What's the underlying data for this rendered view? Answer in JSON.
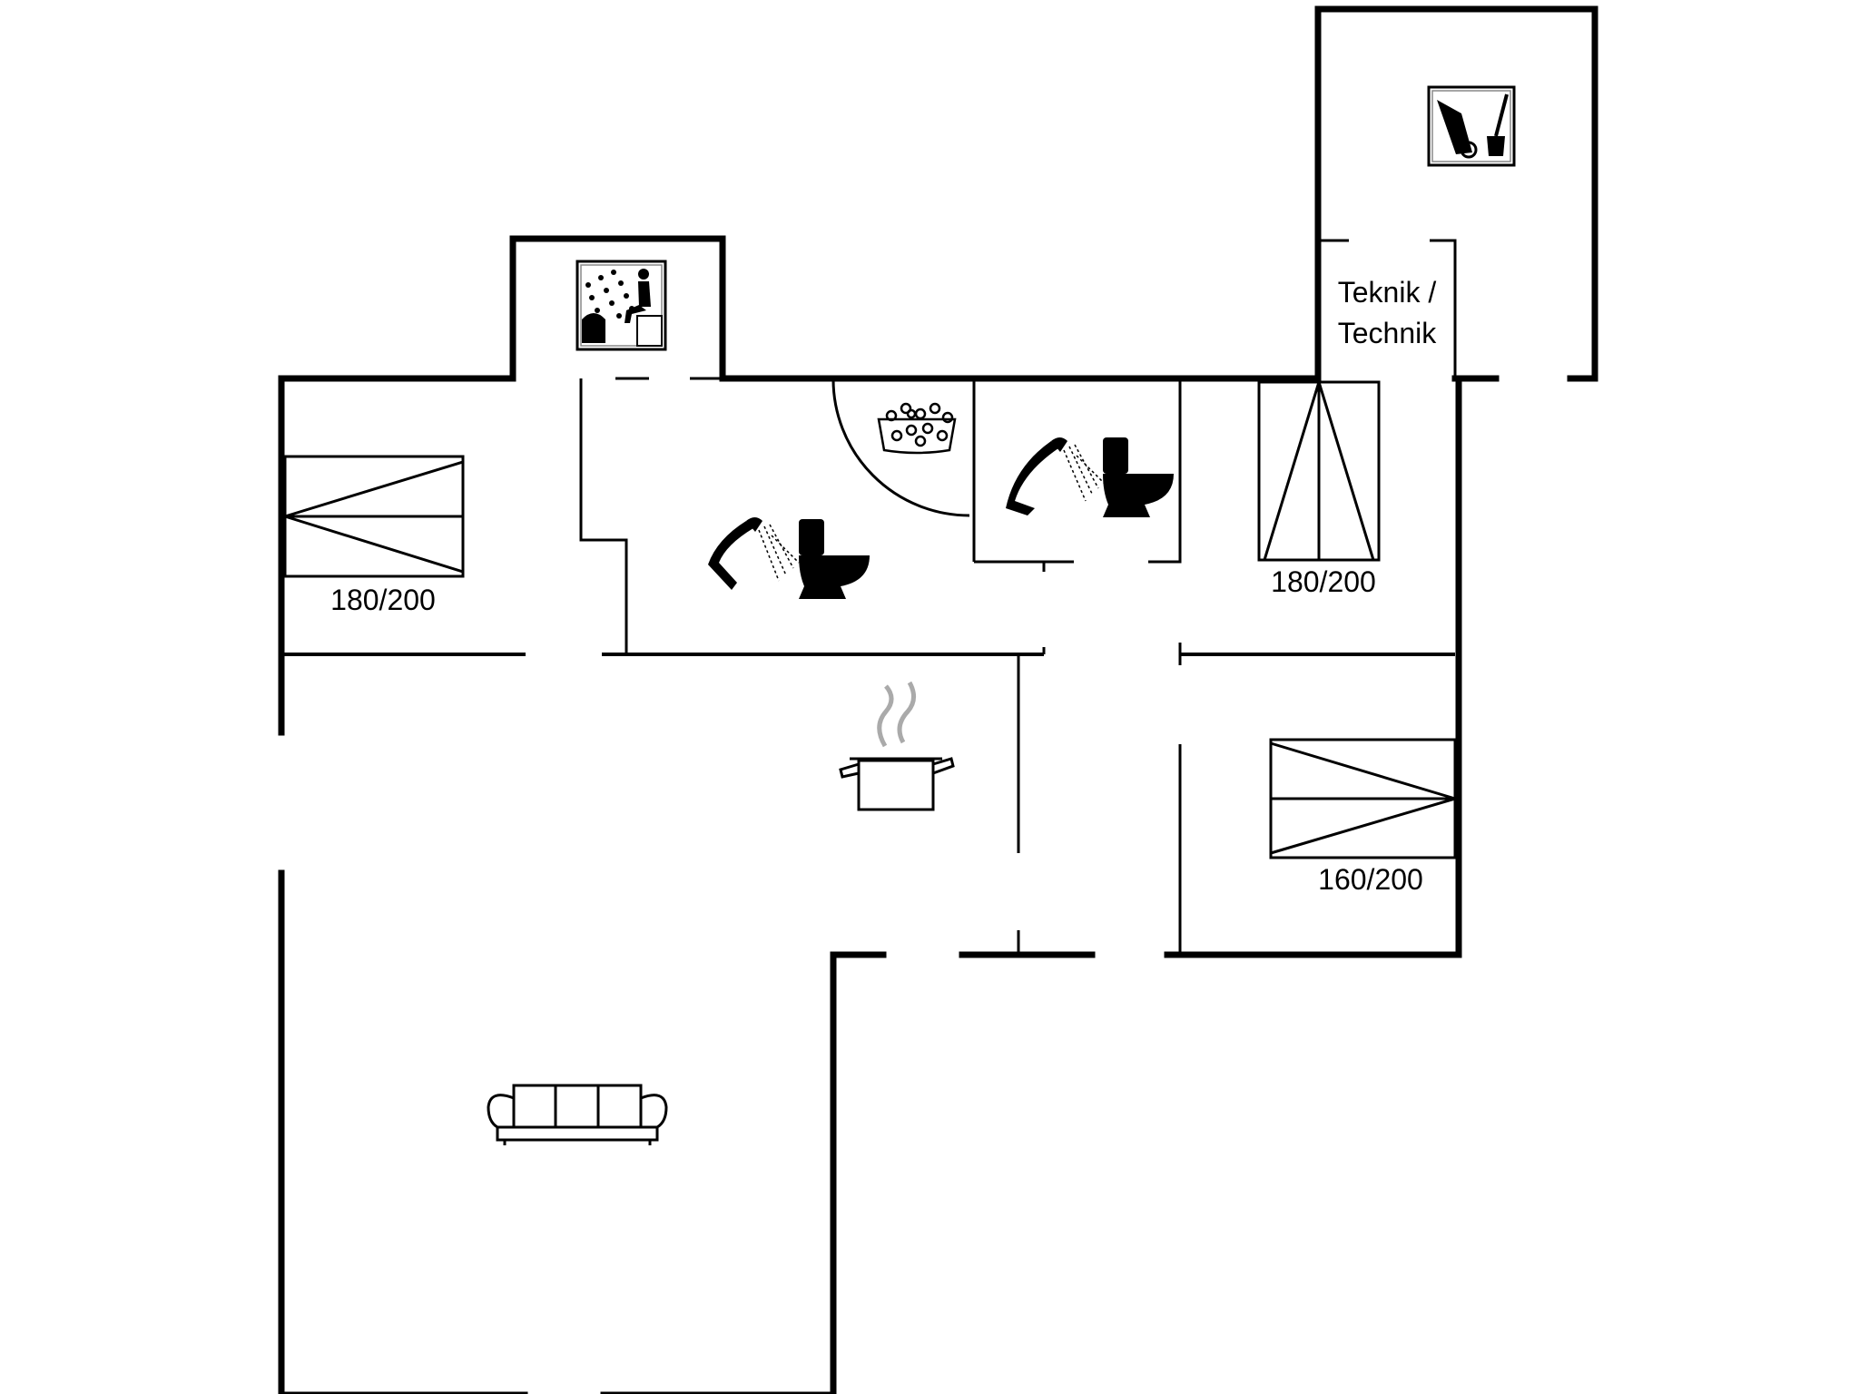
{
  "rooms": {
    "bedroom_west": {
      "bed_label": "180/200"
    },
    "bedroom_north_east": {
      "bed_label": "180/200"
    },
    "bedroom_south_east": {
      "bed_label": "160/200"
    },
    "technical_room": {
      "line1": "Teknik /",
      "line2": "Technik"
    }
  },
  "icons": [
    "sauna-icon",
    "jacuzzi-icon",
    "shower-icon",
    "toilet-icon",
    "kitchen-pot-icon",
    "sofa-icon",
    "cleaning-equipment-icon",
    "bed-icon"
  ]
}
